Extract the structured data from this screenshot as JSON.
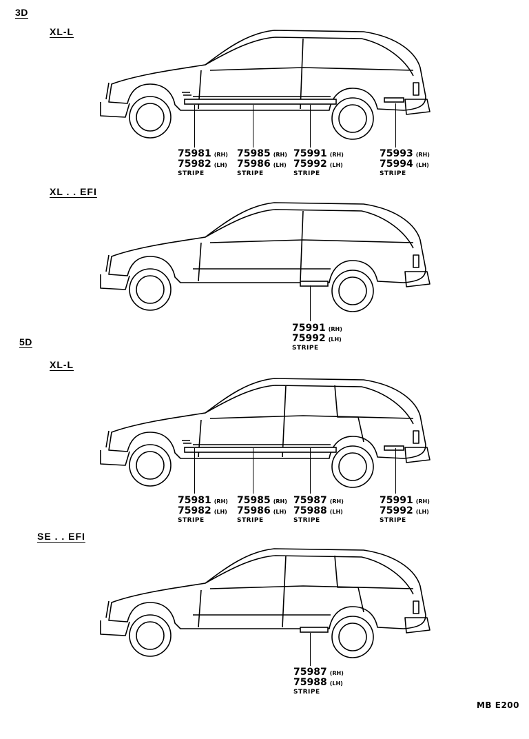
{
  "sections": [
    {
      "heading": "3D",
      "variants": [
        {
          "name": "XL-L",
          "doors": 3,
          "stripe_type": "full",
          "callouts": [
            {
              "rh": "75981",
              "rh_tag": "(RH)",
              "lh": "75982",
              "lh_tag": "(LH)",
              "desc": "STRIPE"
            },
            {
              "rh": "75985",
              "rh_tag": "(RH)",
              "lh": "75986",
              "lh_tag": "(LH)",
              "desc": "STRIPE"
            },
            {
              "rh": "75991",
              "rh_tag": "(RH)",
              "lh": "75992",
              "lh_tag": "(LH)",
              "desc": "STRIPE"
            },
            {
              "rh": "75993",
              "rh_tag": "(RH)",
              "lh": "75994",
              "lh_tag": "(LH)",
              "desc": "STRIPE"
            }
          ]
        },
        {
          "name": "XL . . EFI",
          "doors": 3,
          "stripe_type": "rocker",
          "callouts": [
            {
              "rh": "75991",
              "rh_tag": "(RH)",
              "lh": "75992",
              "lh_tag": "(LH)",
              "desc": "STRIPE"
            }
          ]
        }
      ]
    },
    {
      "heading": "5D",
      "variants": [
        {
          "name": "XL-L",
          "doors": 5,
          "stripe_type": "full",
          "callouts": [
            {
              "rh": "75981",
              "rh_tag": "(RH)",
              "lh": "75982",
              "lh_tag": "(LH)",
              "desc": "STRIPE"
            },
            {
              "rh": "75985",
              "rh_tag": "(RH)",
              "lh": "75986",
              "lh_tag": "(LH)",
              "desc": "STRIPE"
            },
            {
              "rh": "75987",
              "rh_tag": "(RH)",
              "lh": "75988",
              "lh_tag": "(LH)",
              "desc": "STRIPE"
            },
            {
              "rh": "75991",
              "rh_tag": "(RH)",
              "lh": "75992",
              "lh_tag": "(LH)",
              "desc": "STRIPE"
            }
          ]
        },
        {
          "name": "SE . . EFI",
          "doors": 5,
          "stripe_type": "rocker",
          "callouts": [
            {
              "rh": "75987",
              "rh_tag": "(RH)",
              "lh": "75988",
              "lh_tag": "(LH)",
              "desc": "STRIPE"
            }
          ]
        }
      ]
    }
  ],
  "footer_code": "MB  E200"
}
